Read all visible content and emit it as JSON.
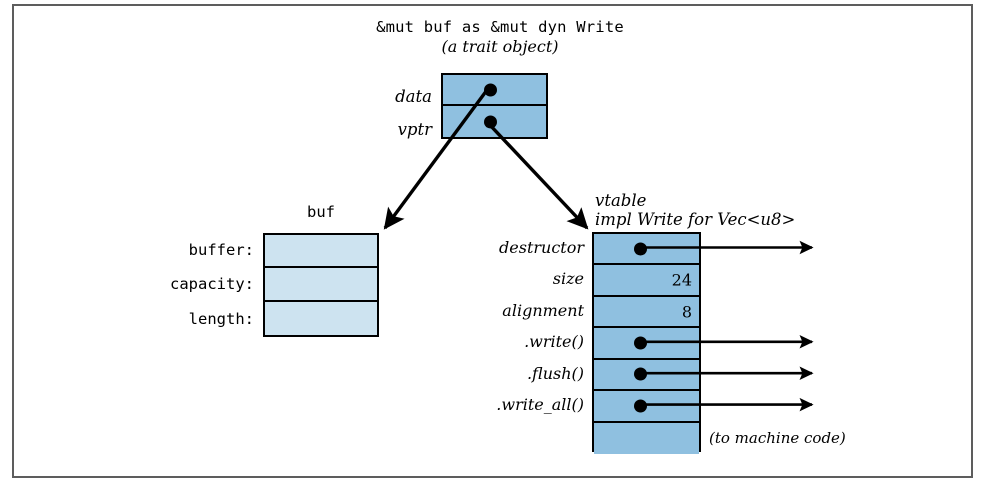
{
  "figure": {
    "title_main": "&mut buf as &mut dyn Write",
    "title_sub": "(a trait object)",
    "border_color": "#5d5d5d",
    "background": "#ffffff"
  },
  "colors": {
    "vtable_fill": "#8fc0e0",
    "buf_fill": "#cde3f0",
    "stroke": "#000000"
  },
  "trait_object": {
    "rows": [
      {
        "label": "data",
        "value": "",
        "has_pointer": true
      },
      {
        "label": "vptr",
        "value": "",
        "has_pointer": true
      }
    ]
  },
  "buf": {
    "caption": "buf",
    "rows": [
      {
        "label": "buffer:",
        "value": ""
      },
      {
        "label": "capacity:",
        "value": ""
      },
      {
        "label": "length:",
        "value": ""
      }
    ]
  },
  "vtable": {
    "caption_line1": "vtable",
    "caption_line2": "impl Write for Vec<u8>",
    "rows": [
      {
        "label": "destructor",
        "value": "",
        "has_pointer": true,
        "has_outgoing_arrow": true
      },
      {
        "label": "size",
        "value": "24",
        "has_pointer": false,
        "has_outgoing_arrow": false
      },
      {
        "label": "alignment",
        "value": "8",
        "has_pointer": false,
        "has_outgoing_arrow": false
      },
      {
        "label": ".write()",
        "value": "",
        "has_pointer": true,
        "has_outgoing_arrow": true
      },
      {
        "label": ".flush()",
        "value": "",
        "has_pointer": true,
        "has_outgoing_arrow": true
      },
      {
        "label": ".write_all()",
        "value": "",
        "has_pointer": true,
        "has_outgoing_arrow": true
      },
      {
        "label": "",
        "value": "",
        "has_pointer": false,
        "has_outgoing_arrow": false
      }
    ],
    "machine_code_note": "(to machine code)"
  }
}
